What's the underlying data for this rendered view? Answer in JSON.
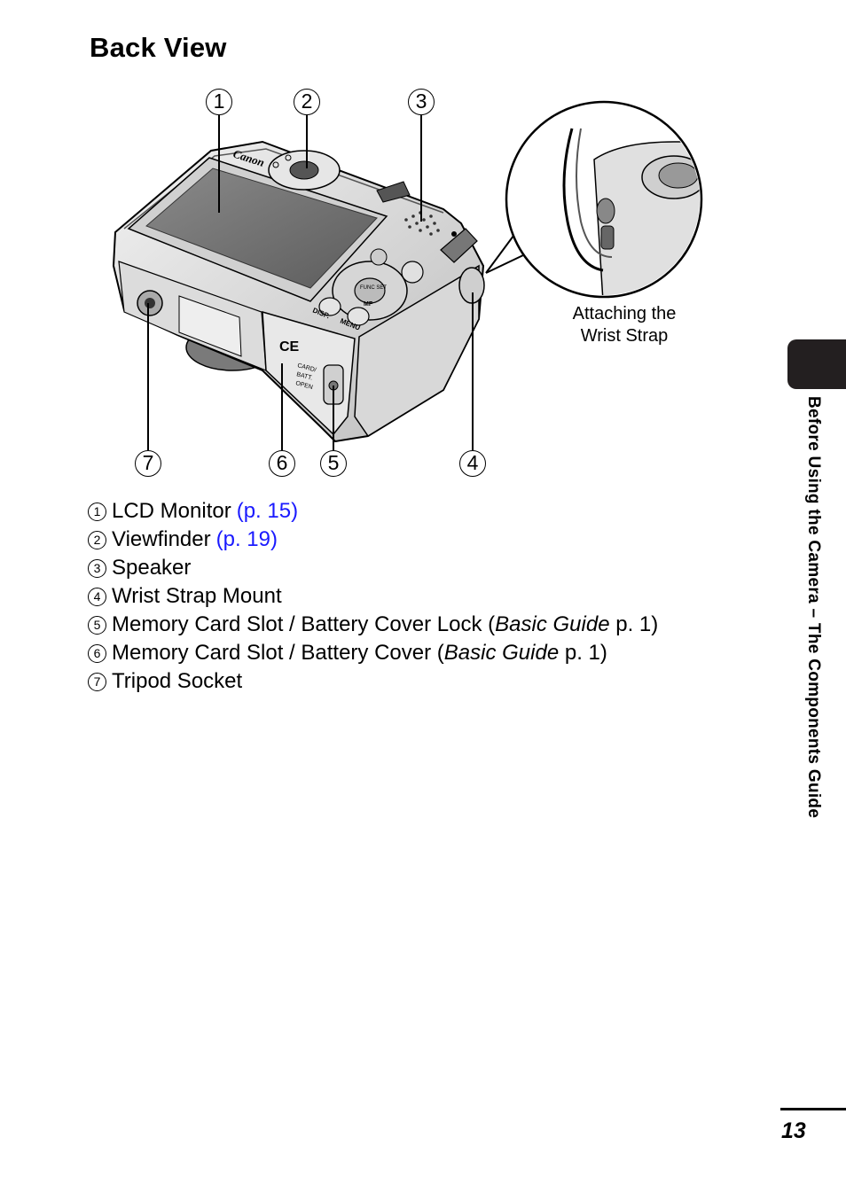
{
  "heading": "Back View",
  "callout_numbers": [
    "1",
    "2",
    "3",
    "4",
    "5",
    "6",
    "7"
  ],
  "camera_markings": {
    "brand": "Canon",
    "disp": "DISP.",
    "menu": "MENU",
    "func": "FUNC SET",
    "mf": "MF",
    "ce": "CE",
    "card": "CARD/",
    "batt": "BATT.",
    "open": "OPEN"
  },
  "caption": {
    "line1": "Attaching the",
    "line2": "Wrist Strap"
  },
  "legend": [
    {
      "num": "1",
      "label": "LCD Monitor",
      "ref": "(p. 15)"
    },
    {
      "num": "2",
      "label": "Viewfinder",
      "ref": "(p. 19)"
    },
    {
      "num": "3",
      "label": "Speaker"
    },
    {
      "num": "4",
      "label": "Wrist Strap Mount"
    },
    {
      "num": "5",
      "label": "Memory Card Slot / Battery Cover Lock (",
      "italic": "Basic Guide",
      "suffix": " p. 1)"
    },
    {
      "num": "6",
      "label": "Memory Card Slot / Battery Cover (",
      "italic": "Basic Guide",
      "suffix": " p. 1)"
    },
    {
      "num": "7",
      "label": "Tripod Socket"
    }
  ],
  "side_tab_text": "Before Using the Camera – The Components Guide",
  "page_number": "13",
  "colors": {
    "link": "#1a1aff",
    "tab": "#231f20"
  }
}
